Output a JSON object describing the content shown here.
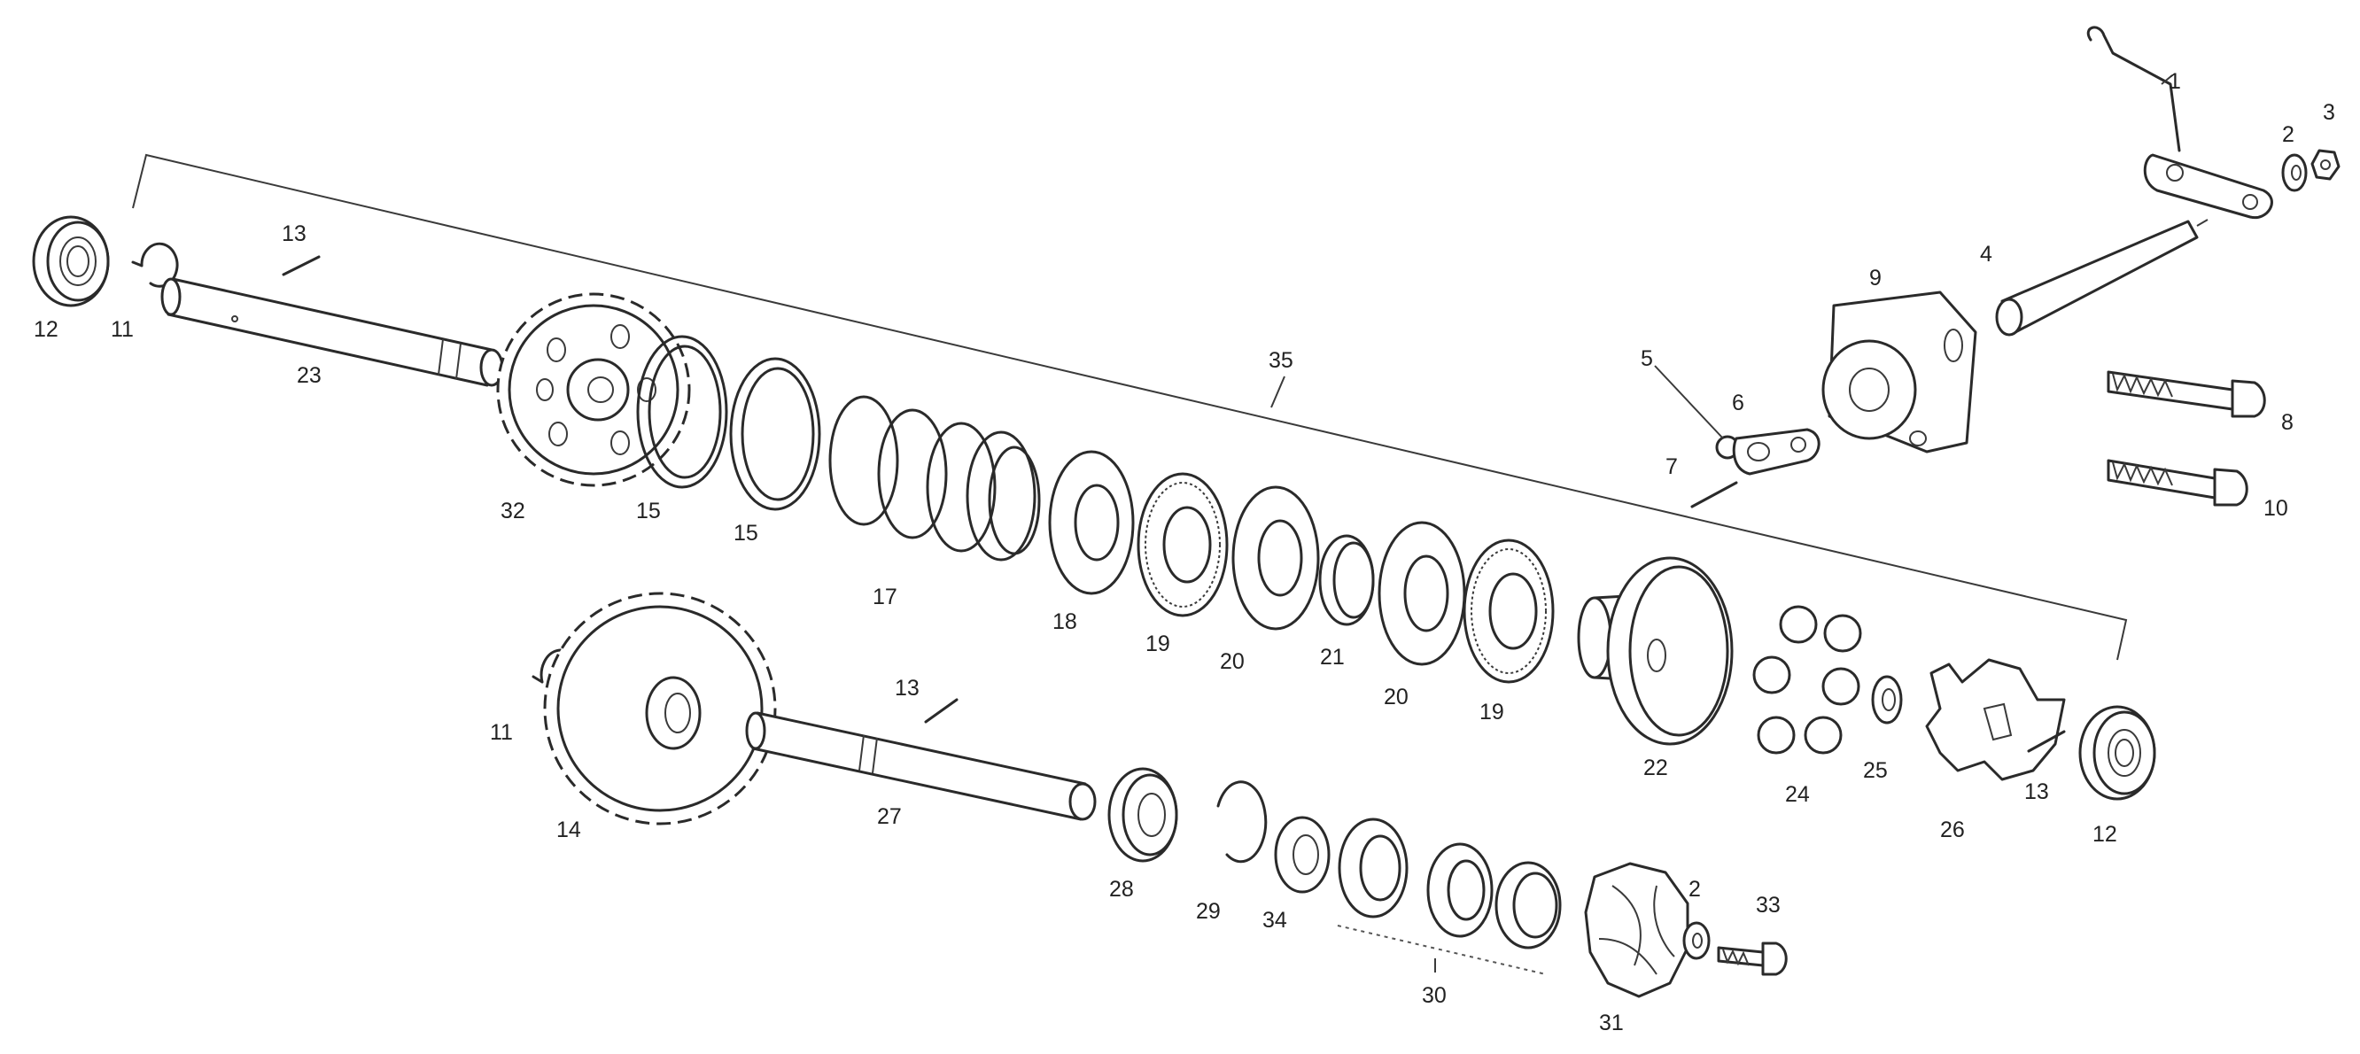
{
  "diagram": {
    "labels": [
      {
        "id": "l1",
        "text": "1"
      },
      {
        "id": "l2a",
        "text": "2"
      },
      {
        "id": "l3",
        "text": "3"
      },
      {
        "id": "l4",
        "text": "4"
      },
      {
        "id": "l5",
        "text": "5"
      },
      {
        "id": "l6",
        "text": "6"
      },
      {
        "id": "l7",
        "text": "7"
      },
      {
        "id": "l8",
        "text": "8"
      },
      {
        "id": "l9",
        "text": "9"
      },
      {
        "id": "l10",
        "text": "10"
      },
      {
        "id": "l11a",
        "text": "11"
      },
      {
        "id": "l11b",
        "text": "11"
      },
      {
        "id": "l12a",
        "text": "12"
      },
      {
        "id": "l12b",
        "text": "12"
      },
      {
        "id": "l13a",
        "text": "13"
      },
      {
        "id": "l13b",
        "text": "13"
      },
      {
        "id": "l13c",
        "text": "13"
      },
      {
        "id": "l14",
        "text": "14"
      },
      {
        "id": "l15a",
        "text": "15"
      },
      {
        "id": "l15b",
        "text": "15"
      },
      {
        "id": "l17",
        "text": "17"
      },
      {
        "id": "l18",
        "text": "18"
      },
      {
        "id": "l19a",
        "text": "19"
      },
      {
        "id": "l19b",
        "text": "19"
      },
      {
        "id": "l20a",
        "text": "20"
      },
      {
        "id": "l20b",
        "text": "20"
      },
      {
        "id": "l21",
        "text": "21"
      },
      {
        "id": "l22",
        "text": "22"
      },
      {
        "id": "l23",
        "text": "23"
      },
      {
        "id": "l24",
        "text": "24"
      },
      {
        "id": "l25",
        "text": "25"
      },
      {
        "id": "l26",
        "text": "26"
      },
      {
        "id": "l27",
        "text": "27"
      },
      {
        "id": "l28",
        "text": "28"
      },
      {
        "id": "l29",
        "text": "29"
      },
      {
        "id": "l30",
        "text": "30"
      },
      {
        "id": "l31",
        "text": "31"
      },
      {
        "id": "l2b",
        "text": "2"
      },
      {
        "id": "l32",
        "text": "32"
      },
      {
        "id": "l33",
        "text": "33"
      },
      {
        "id": "l34",
        "text": "34"
      },
      {
        "id": "l35",
        "text": "35"
      }
    ]
  }
}
